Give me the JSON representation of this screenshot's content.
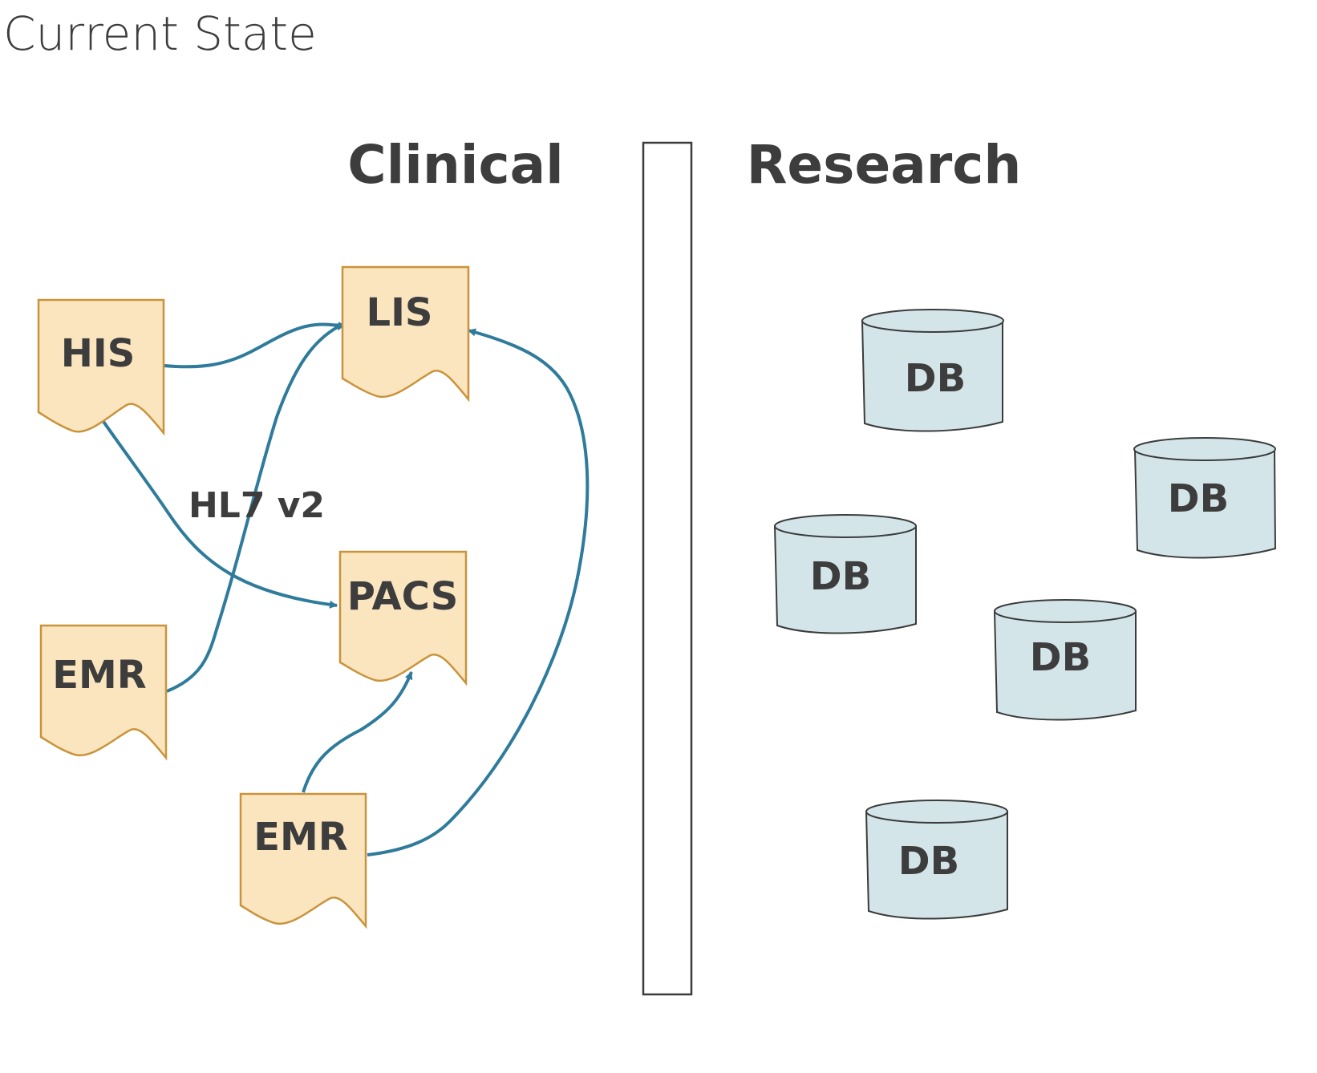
{
  "title": "Current State",
  "sections": {
    "clinical": "Clinical",
    "research": "Research"
  },
  "systems": {
    "his": "HIS",
    "lis": "LIS",
    "pacs": "PACS",
    "emr_left": "EMR",
    "emr_bottom": "EMR"
  },
  "edge_label": "HL7 v2",
  "databases": [
    "DB",
    "DB",
    "DB",
    "DB",
    "DB"
  ],
  "colors": {
    "system_fill": "#fae5bf",
    "system_stroke": "#c9933b",
    "db_fill": "#d4e5ea",
    "db_stroke": "#3b3b3b",
    "arrow": "#2f7b9b",
    "text": "#3d3d3d",
    "divider_stroke": "#3b3b3b"
  }
}
